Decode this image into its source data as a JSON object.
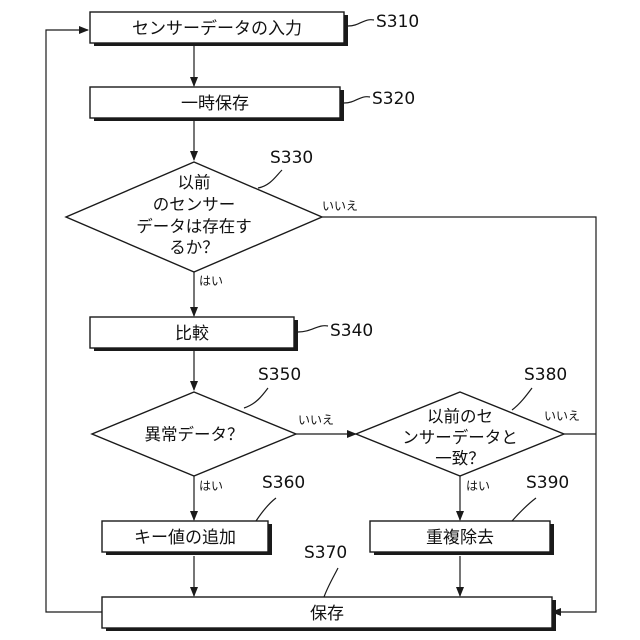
{
  "steps": {
    "s310": {
      "text": "センサーデータの入力",
      "step": "S310"
    },
    "s320": {
      "text": "一時保存",
      "step": "S320"
    },
    "s330": {
      "lines": [
        "以前",
        "のセンサー",
        "データは存在す",
        "るか？"
      ],
      "step": "S330"
    },
    "s340": {
      "text": "比較",
      "step": "S340"
    },
    "s350": {
      "text": "異常データ？",
      "step": "S350"
    },
    "s360": {
      "text": "キー値の追加",
      "step": "S360"
    },
    "s370": {
      "text": "保存",
      "step": "S370"
    },
    "s380": {
      "lines": [
        "以前のセ",
        "ンサーデータと",
        "一致？"
      ],
      "step": "S380"
    },
    "s390": {
      "text": "重複除去",
      "step": "S390"
    }
  },
  "branches": {
    "yes": "はい",
    "no": "いいえ"
  }
}
